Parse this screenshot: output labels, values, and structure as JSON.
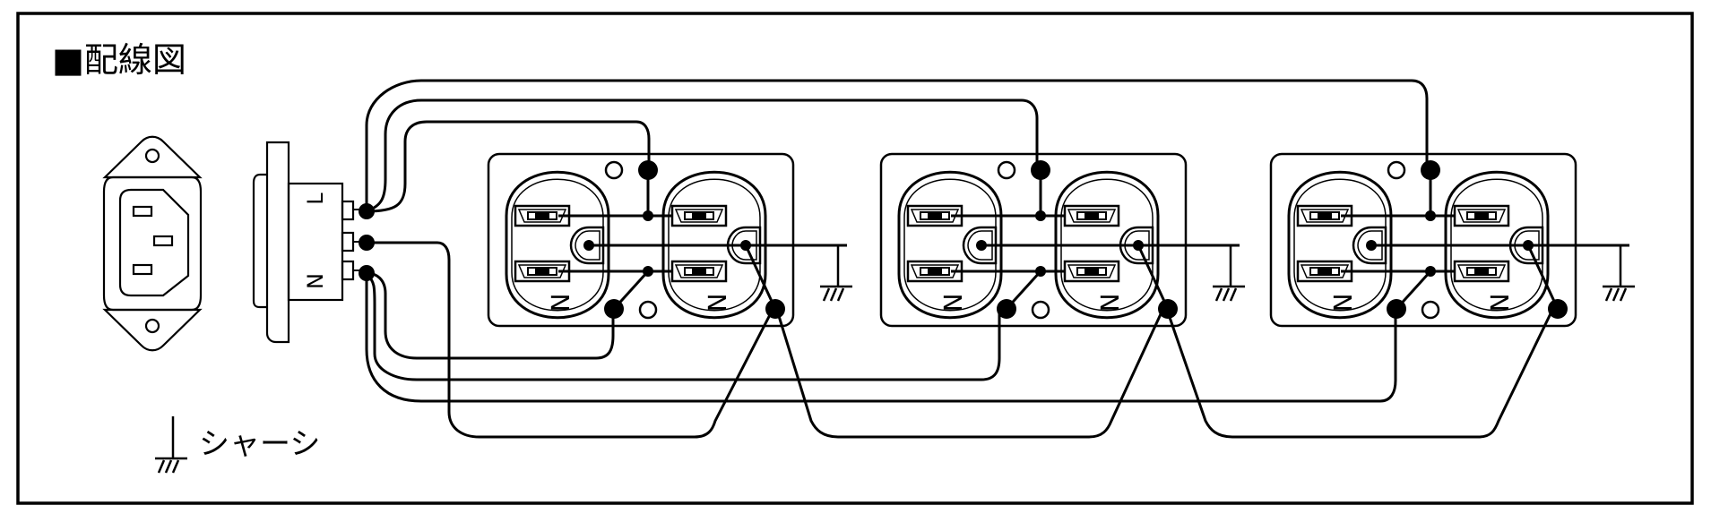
{
  "title": "■配線図",
  "chassis_label": "シャーシ",
  "switch_labels": {
    "live": "L",
    "neutral": "N"
  },
  "outlet_marker": "N",
  "outlet_count": 3,
  "icons": {
    "inlet": "iec-c14-inlet-icon",
    "switch": "rocker-switch-icon",
    "ground": "chassis-ground-icon",
    "outlet": "duplex-outlet-icon"
  },
  "colors": {
    "line": "#000000",
    "background": "#ffffff"
  }
}
